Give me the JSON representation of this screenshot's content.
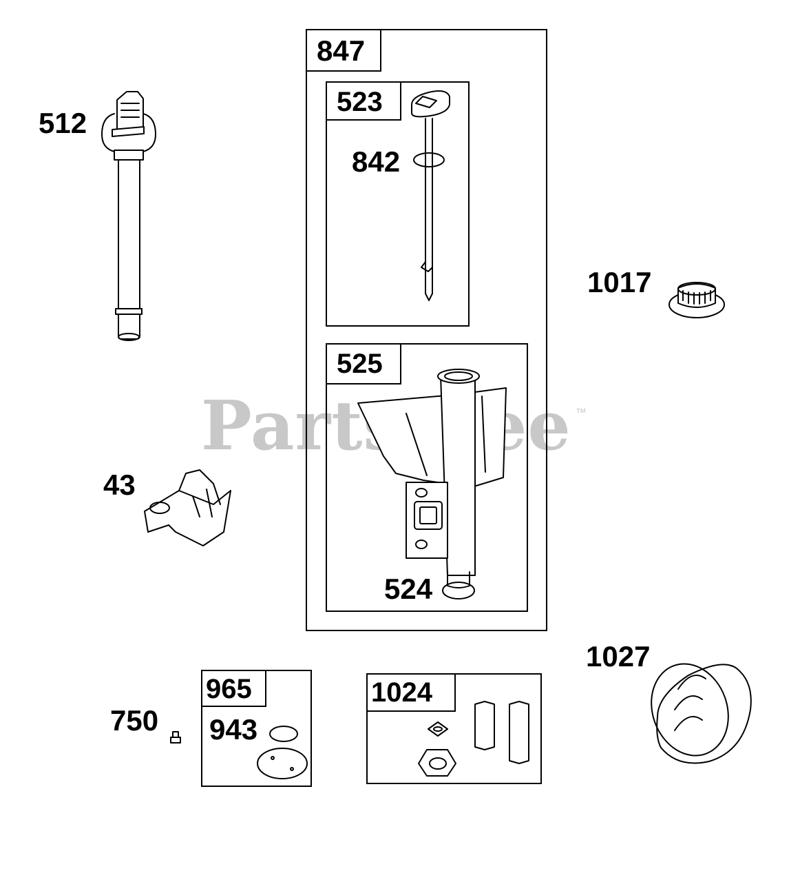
{
  "watermark": {
    "text": "PartsTree",
    "trademark": "™",
    "color": "#c8c8c8"
  },
  "colors": {
    "line": "#000000",
    "background": "#ffffff"
  },
  "assemblies": [
    {
      "id": "847",
      "contains": [
        "523",
        "525"
      ]
    },
    {
      "id": "523",
      "contains": [
        "842"
      ]
    },
    {
      "id": "525",
      "contains": [
        "524"
      ]
    },
    {
      "id": "965",
      "contains": [
        "943"
      ]
    },
    {
      "id": "1024",
      "contains": []
    }
  ],
  "parts": {
    "p512": "512",
    "p842": "842",
    "p1017": "1017",
    "p43": "43",
    "p524": "524",
    "p1027": "1027",
    "p750": "750",
    "p943": "943"
  },
  "boxes": {
    "b847": "847",
    "b523": "523",
    "b525": "525",
    "b965": "965",
    "b1024": "1024"
  }
}
